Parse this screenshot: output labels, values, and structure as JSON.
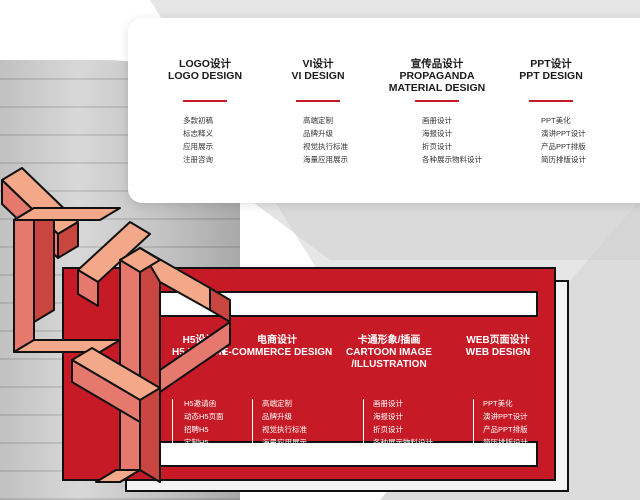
{
  "colors": {
    "accent_red": "#c61b26",
    "salmon": "#e5796e",
    "peach": "#f3a88a",
    "outline": "#111111"
  },
  "top_services": [
    {
      "title_cn": "LOGO设计",
      "title_en": "LOGO DESIGN",
      "items": [
        "多款初稿",
        "标志释义",
        "应用展示",
        "注册咨询"
      ]
    },
    {
      "title_cn": "VI设计",
      "title_en": "VI DESIGN",
      "items": [
        "高端定制",
        "品牌升级",
        "视觉执行标准",
        "海量应用展示"
      ]
    },
    {
      "title_cn": "宣传品设计",
      "title_en": "PROPAGANDA MATERIAL DESIGN",
      "items": [
        "画册设计",
        "海报设计",
        "折页设计",
        "各种展示物料设计"
      ]
    },
    {
      "title_cn": "PPT设计",
      "title_en": "PPT DESIGN",
      "items": [
        "PPT美化",
        "演讲PPT设计",
        "产品PPT排版",
        "简历排版设计"
      ]
    }
  ],
  "bottom_services": [
    {
      "title_cn": "H5设计",
      "title_en": "H5 DESIGN",
      "items": [
        "H5邀请函",
        "动态H5页面",
        "招聘H5",
        "定制H5"
      ]
    },
    {
      "title_cn": "电商设计",
      "title_en": "E-COMMERCE DESIGN",
      "items": [
        "高端定制",
        "品牌升级",
        "视觉执行标准",
        "海量应用展示"
      ]
    },
    {
      "title_cn": "卡通形象/插画",
      "title_en": "CARTOON IMAGE /ILLUSTRATION",
      "items": [
        "画册设计",
        "海报设计",
        "折页设计",
        "各种展示物料设计"
      ]
    },
    {
      "title_cn": "WEB页面设计",
      "title_en": "WEB DESIGN",
      "items": [
        "PPT美化",
        "演讲PPT设计",
        "产品PPT排版",
        "简历排版设计"
      ]
    }
  ]
}
